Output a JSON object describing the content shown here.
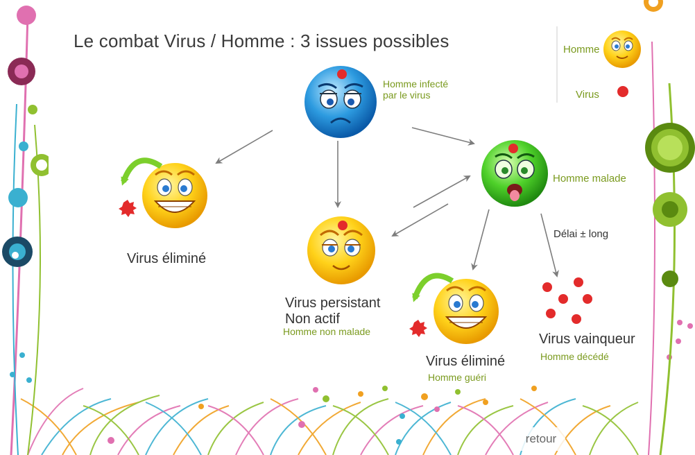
{
  "title": "Le combat Virus / Homme : 3 issues possibles",
  "legend": {
    "homme": "Homme",
    "virus": "Virus"
  },
  "nodes": {
    "infected": {
      "caption_line1": "Homme infecté",
      "caption_line2": "par le virus"
    },
    "sick": {
      "caption": "Homme malade"
    },
    "eliminated_left": {
      "caption": "Virus éliminé"
    },
    "persistent": {
      "line1": "Virus persistant",
      "line2": "Non actif",
      "sub": "Homme non malade"
    },
    "eliminated_right": {
      "caption": "Virus éliminé",
      "sub": "Homme guéri"
    },
    "victor": {
      "caption": "Virus vainqueur",
      "sub": "Homme décédé"
    }
  },
  "edge_label": "Délai ± long",
  "nav": {
    "back": "retour"
  },
  "colors": {
    "virus": "#e32b2b",
    "arrow": "#7d7d7d",
    "accent_green": "#7a9a1e",
    "sick_face": "#4fd12a",
    "infected_face": "#2d9be0",
    "healthy_face": "#ffd21a"
  },
  "icons": [
    "worried-blue-face-icon",
    "sick-green-face-icon",
    "smiling-yellow-face-icon",
    "grinning-yellow-face-icon",
    "curved-arrow-icon",
    "virus-splat-icon",
    "virus-dot-icon"
  ]
}
